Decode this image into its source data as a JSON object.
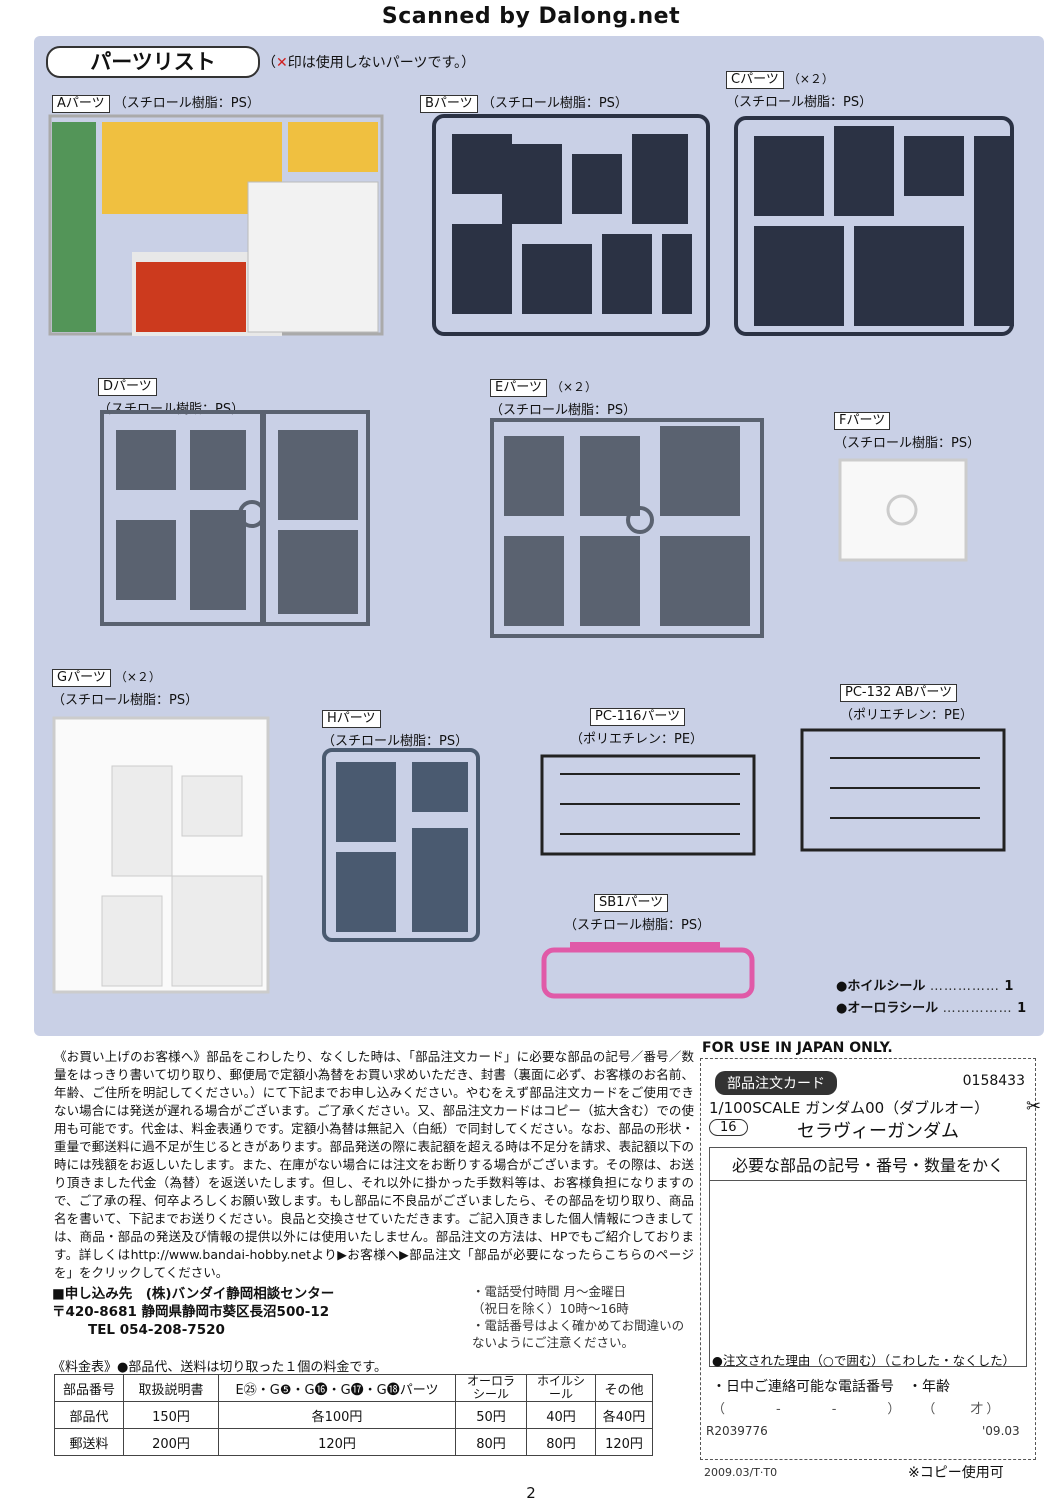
{
  "header": {
    "scan_credit": "Scanned by Dalong.net"
  },
  "parts_list": {
    "title": "パーツリスト",
    "note": "印は使用しないパーツです。",
    "note_mark": "✕",
    "note_paren_open": "（",
    "note_paren_close": "）"
  },
  "sprues": {
    "A": {
      "tag": "Aパーツ",
      "material": "（スチロール樹脂：PS）",
      "color": "#f0c040"
    },
    "B": {
      "tag": "Bパーツ",
      "material": "（スチロール樹脂：PS）",
      "color": "#2b3244"
    },
    "C": {
      "tag": "Cパーツ",
      "mult": "（×２）",
      "material": "（スチロール樹脂：PS）",
      "color": "#2b3244"
    },
    "D": {
      "tag": "Dパーツ",
      "material": "（スチロール樹脂：PS）",
      "color": "#5a6270"
    },
    "E": {
      "tag": "Eパーツ",
      "mult": "（×２）",
      "material": "（スチロール樹脂：PS）",
      "color": "#5a6270"
    },
    "F": {
      "tag": "Fパーツ",
      "material": "（スチロール樹脂：PS）",
      "color": "#eeeeee"
    },
    "G": {
      "tag": "Gパーツ",
      "mult": "（×２）",
      "material": "（スチロール樹脂：PS）",
      "color": "#f4f4f4"
    },
    "H": {
      "tag": "Hパーツ",
      "material": "（スチロール樹脂：PS）",
      "color": "#4a5a70"
    },
    "PC116": {
      "tag": "PC-116パーツ",
      "material": "（ポリエチレン：PE）",
      "color": "#222222"
    },
    "PC132": {
      "tag": "PC-132 ABパーツ",
      "material": "（ポリエチレン：PE）",
      "color": "#222222"
    },
    "SB1": {
      "tag": "SB1パーツ",
      "material": "（スチロール樹脂：PS）",
      "color": "#e05aa8"
    }
  },
  "stickers": [
    {
      "label": "●ホイルシール",
      "dots": "……………",
      "count": "1"
    },
    {
      "label": "●オーロラシール",
      "dots": "……………",
      "count": "1"
    }
  ],
  "notice": {
    "text": "《お買い上げのお客様へ》部品をこわしたり、なくした時は、「部品注文カード」に必要な部品の記号／番号／数量をはっきり書いて切り取り、郵便局で定額小為替をお買い求めいただき、封書（裏面に必ず、お客様のお名前、年齢、ご住所を明記してください。）にて下記までお申し込みください。やむをえず部品注文カードをご使用できない場合には発送が遅れる場合がございます。ご了承ください。又、部品注文カードはコピー（拡大含む）での使用も可能です。代金は、料金表通りです。定額小為替は無記入（白紙）で同封してください。なお、部品の形状・重量で郵送料に過不足が生じるときがあります。部品発送の際に表記額を超える時は不足分を請求、表記額以下の時には残額をお返しいたします。また、在庫がない場合には注文をお断りする場合がございます。その際は、お送り頂きました代金（為替）を返送いたします。但し、それ以外に掛かった手数料等は、お客様負担になりますので、ご了承の程、何卒よろしくお願い致します。もし部品に不良品がございましたら、その部品を切り取り、商品名を書いて、下記までお送りください。良品と交換させていただきます。ご記入頂きました個人情報につきましては、商品・部品の発送及び情報の提供以外には使用いたしません。部品注文の方法は、HPでもご紹介しております。詳しくはhttp://www.bandai-hobby.netより▶お客様へ▶部品注文「部品が必要になったらこちらのページを」をクリックしてください。"
  },
  "address": {
    "line1": "■申し込み先　(株)バンダイ静岡相談センター",
    "line2": "〒420-8681  静岡県静岡市葵区長沼500-12",
    "line3": "TEL  054-208-7520"
  },
  "hours": {
    "line1": "・電話受付時間 月～金曜日",
    "line2": "（祝日を除く）10時～16時",
    "line3": "・電話番号はよく確かめてお間違いの",
    "line4": "ないようにご注意ください。"
  },
  "fees": {
    "caption": "《料金表》●部品代、送料は切り取った１個の料金です。",
    "headers": [
      "部品番号",
      "取扱説明書",
      "E㉕・G❺・G⓰・G⓱・G⓲パーツ",
      "オーロラシール",
      "ホイルシール",
      "その他"
    ],
    "rows": [
      [
        "部品代",
        "150円",
        "各100円",
        "50円",
        "40円",
        "各40円"
      ],
      [
        "郵送料",
        "200円",
        "120円",
        "80円",
        "80円",
        "120円"
      ]
    ]
  },
  "order_card": {
    "for_japan": "FOR USE IN JAPAN ONLY.",
    "title": "部品注文カード",
    "code": "0158433",
    "product": "1/100SCALE ガンダム00（ダブルオー）",
    "number": "16",
    "name": "セラヴィーガンダム",
    "box_label": "必要な部品の記号・番号・数量をかく",
    "reason": "●注文された理由（○で囲む）（こわした・なくした）",
    "phone_label": "・日中ご連絡可能な電話番号　・年齢",
    "phone_line": "（　　　-　　　-　　　）　　（　　才）",
    "ref": "R2039776",
    "date": "'09.03",
    "footer": "2009.03/T·T0",
    "copy_ok": "※コピー使用可"
  },
  "page_number": "2"
}
